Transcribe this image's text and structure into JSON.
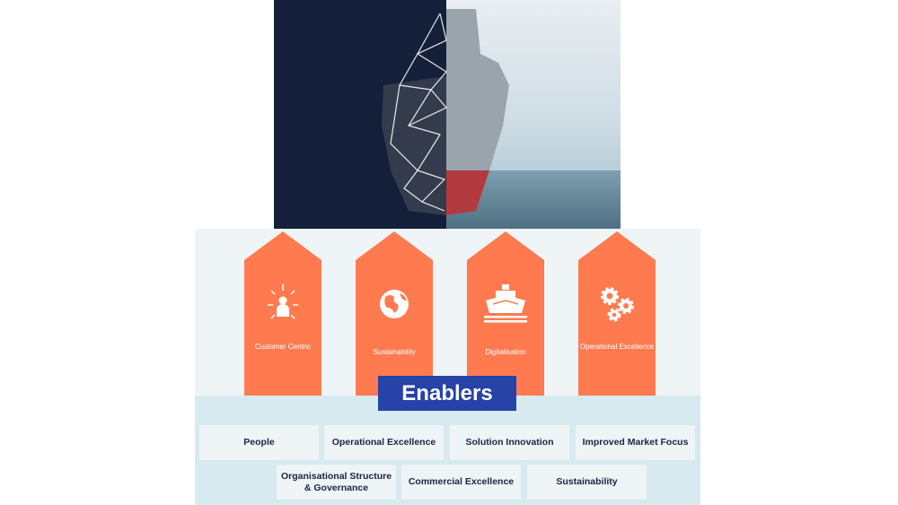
{
  "pillars": [
    {
      "label": "Customer Centric",
      "icon": "customer-centric-icon"
    },
    {
      "label": "Sustainability",
      "icon": "globe-icon"
    },
    {
      "label": "Digitalisation",
      "icon": "digital-ship-icon"
    },
    {
      "label": "Operational Excellence",
      "icon": "gears-icon"
    }
  ],
  "enablers_title": "Enablers",
  "enablers": [
    "People",
    "Operational Excellence",
    "Solution Innovation",
    "Improved Market Focus",
    "Organisational Structure & Governance",
    "Commercial Excellence",
    "Sustainability"
  ],
  "colors": {
    "pillar": "#ff7b4f",
    "enablers": "#2743a8",
    "navy": "#14203a"
  }
}
